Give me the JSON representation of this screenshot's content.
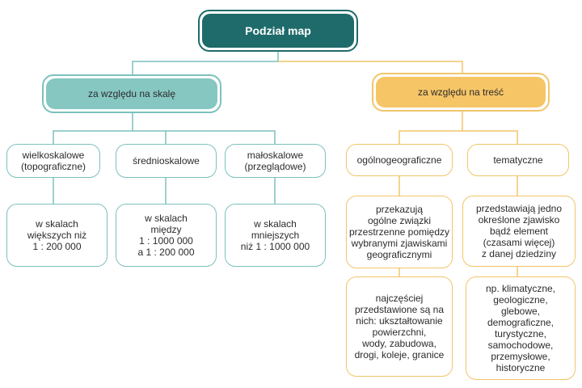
{
  "title": "Podział map",
  "colors": {
    "teal_dark": "#1f6b6b",
    "teal_light": "#86c7c2",
    "yellow": "#f6c566",
    "line_green": "#7cc1bd",
    "line_yellow": "#f1c56a"
  },
  "branches": {
    "scale": {
      "label": "za względu na skalę",
      "items": [
        {
          "name": "wielkoskalowe\n(topograficzne)",
          "desc": "w skalach\nwiększych niż\n1 : 200 000"
        },
        {
          "name": "średnioskalowe",
          "desc": "w skalach\nmiędzy\n1 : 1000 000\na 1 : 200 000"
        },
        {
          "name": "małoskalowe\n(przeglądowe)",
          "desc": "w skalach\nmniejszych\nniż 1 : 1000 000"
        }
      ]
    },
    "content": {
      "label": "za względu na treść",
      "items": [
        {
          "name": "ogólnogeograficzne",
          "desc": "przekazują\nogólne związki\nprzestrzenne pomiędzy\nwybranymi zjawiskami\ngeograficznymi",
          "extra": "najczęściej\nprzedstawione są na\nnich: ukształtowanie\npowierzchni,\nwody, zabudowa,\ndrogi, koleje, granice"
        },
        {
          "name": "tematyczne",
          "desc": "przedstawiają jedno\nokreślone zjawisko\nbądź element\n(czasami więcej)\nz danej dziedziny",
          "extra": "np. klimatyczne,\ngeologiczne,\nglebowe,\ndemograficzne,\nturystyczne,\nsamochodowe,\nprzemysłowe,\nhistoryczne"
        }
      ]
    }
  }
}
